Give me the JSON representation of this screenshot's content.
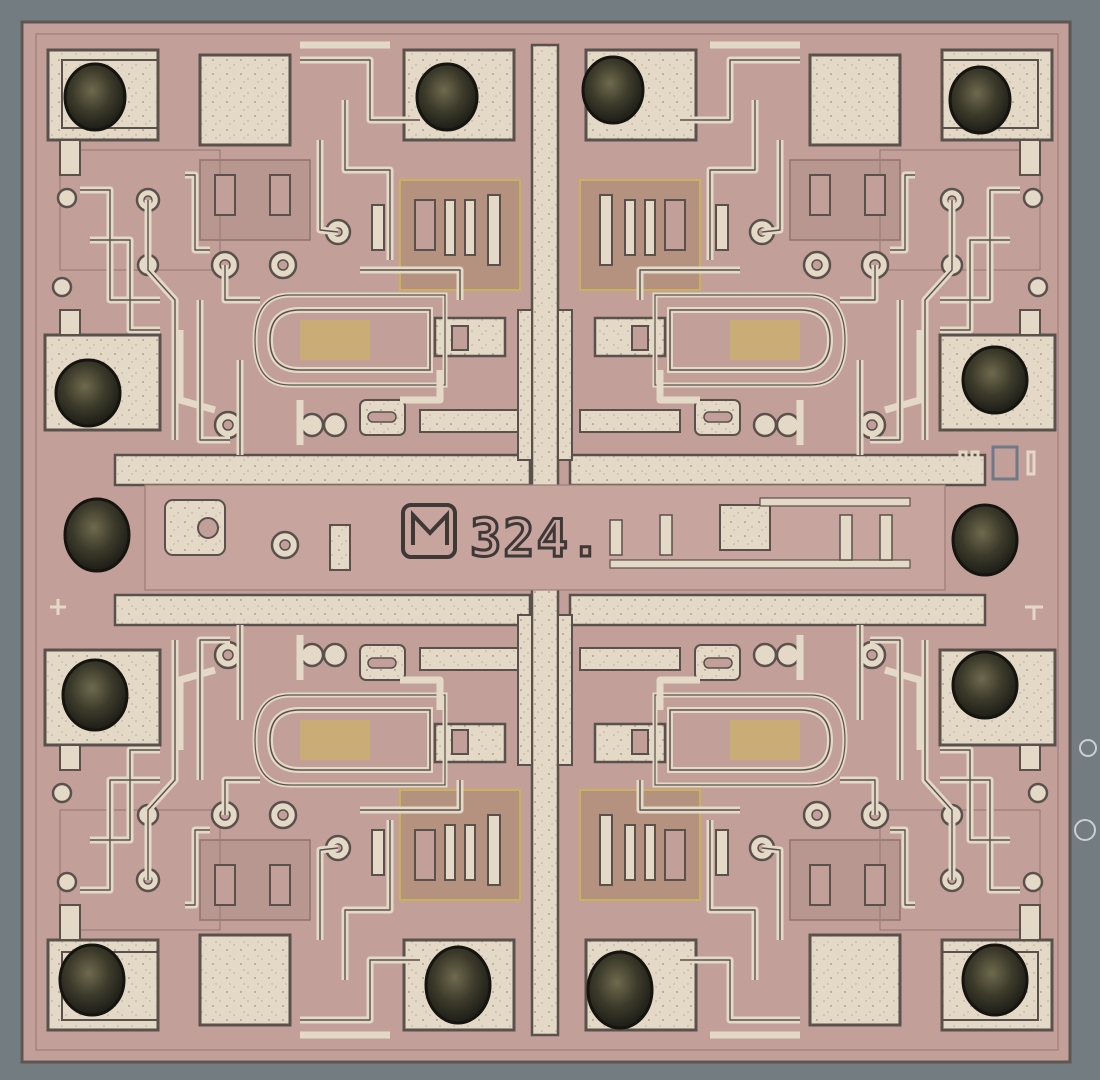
{
  "image": {
    "subject": "integrated-circuit-die-micrograph",
    "die_marking": "324."
  },
  "colors": {
    "border": "#737c80",
    "substrate": "#c39f9a",
    "metal": "#e3d9c6",
    "metal_edge": "#5a514c",
    "bond_ball": "#3b3a2a",
    "gold_tint": "#cdb75a"
  },
  "bond_pads": [
    {
      "id": "pad-top-left",
      "bonded": true
    },
    {
      "id": "pad-top-inner-left",
      "bonded": true
    },
    {
      "id": "pad-top-inner-right",
      "bonded": true
    },
    {
      "id": "pad-top-right",
      "bonded": true
    },
    {
      "id": "pad-left-upper",
      "bonded": true
    },
    {
      "id": "pad-left-middle",
      "bonded": true
    },
    {
      "id": "pad-left-lower",
      "bonded": true
    },
    {
      "id": "pad-right-upper",
      "bonded": true
    },
    {
      "id": "pad-right-middle",
      "bonded": true
    },
    {
      "id": "pad-right-lower",
      "bonded": true
    },
    {
      "id": "pad-bottom-left",
      "bonded": true
    },
    {
      "id": "pad-bottom-inner-left",
      "bonded": true
    },
    {
      "id": "pad-bottom-inner-right",
      "bonded": true
    },
    {
      "id": "pad-bottom-right",
      "bonded": true
    }
  ],
  "op_amp_quadrants": [
    "top-left",
    "top-right",
    "bottom-left",
    "bottom-right"
  ]
}
